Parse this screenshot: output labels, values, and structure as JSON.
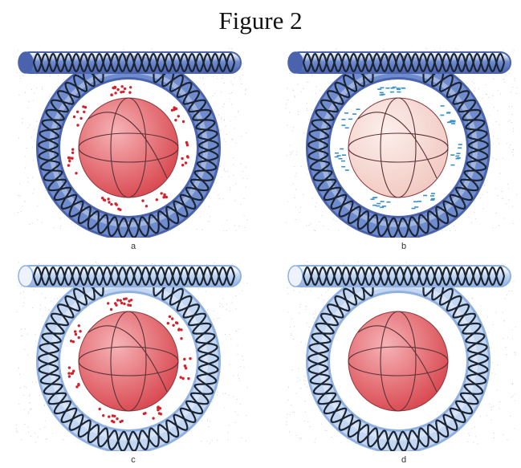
{
  "figure": {
    "title": "Figure 2"
  },
  "panels": [
    {
      "label": "a",
      "ring_tone": "dark",
      "core_tone": "red",
      "charges": "red"
    },
    {
      "label": "b",
      "ring_tone": "dark",
      "core_tone": "pale",
      "charges": "blue"
    },
    {
      "label": "c",
      "ring_tone": "light",
      "core_tone": "red",
      "charges": "red"
    },
    {
      "label": "d",
      "ring_tone": "light",
      "core_tone": "red",
      "charges": "none"
    }
  ],
  "colors": {
    "ring_dark": "#4b63ad",
    "ring_dark_fill": "#6f8ccf",
    "ring_light": "#8fb0e0",
    "ring_light_fill": "#c3d7f2",
    "helix": "#1b2433",
    "core_red": "#d94850",
    "core_red_light": "#f6b3b6",
    "core_pale": "#f2c9c2",
    "core_pale_light": "#fcefeb",
    "charge_red": "#d2222d",
    "charge_blue": "#3a8fc8",
    "stipple": "#c9c9d6"
  }
}
